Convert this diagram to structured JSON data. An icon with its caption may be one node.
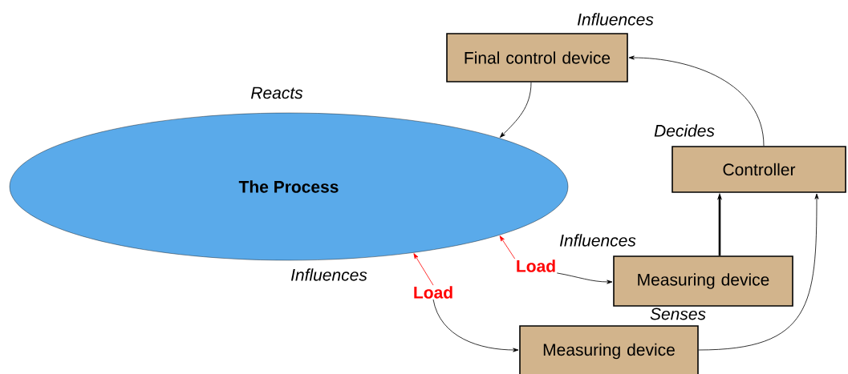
{
  "diagram": {
    "nodes": [
      {
        "text": [
          "The Process"
        ],
        "beside": [
          "Reacts"
        ]
      },
      {
        "text": [
          "Final control device"
        ],
        "beside": [
          "Influences"
        ]
      },
      {
        "text": [
          "Controller"
        ],
        "beside": [
          "Decides"
        ]
      },
      {
        "text": [
          "Measuring device"
        ]
      },
      {
        "text": [
          "Measuring device"
        ]
      },
      {
        "text": [
          "Load"
        ]
      },
      {
        "text": [
          "Load"
        ]
      }
    ],
    "edges": [
      {
        "from": 1,
        "to": 0,
        "arrow": "to"
      },
      {
        "from": 2,
        "to": 1,
        "arrow": "to"
      },
      {
        "from": 3,
        "to": 2,
        "arrow": "to",
        "style": "thick"
      },
      {
        "from": 4,
        "to": 2,
        "arrow": "to"
      },
      {
        "from": 5,
        "to": 0,
        "arrow": "to",
        "color": "#ff0000",
        "label": "Influences"
      },
      {
        "from": 5,
        "to": 3,
        "arrow": "to"
      },
      {
        "from": 6,
        "to": 0,
        "arrow": "to",
        "color": "#ff0000",
        "label": "Influences"
      },
      {
        "from": 6,
        "to": 4,
        "arrow": "to"
      }
    ],
    "labels": [
      "Senses"
    ]
  }
}
